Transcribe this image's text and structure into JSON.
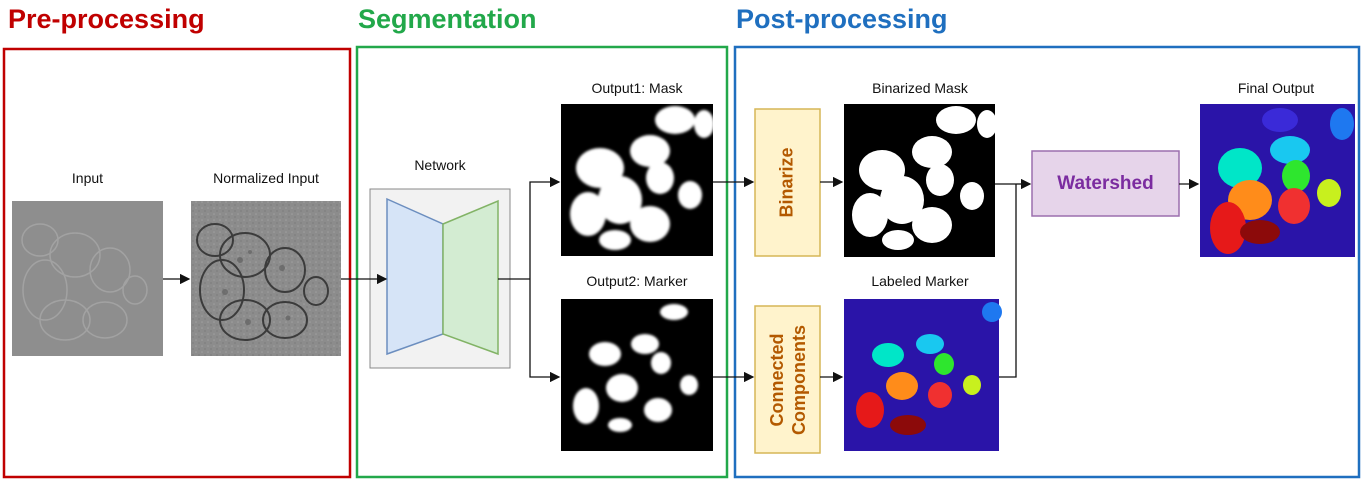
{
  "sections": {
    "preprocessing": {
      "title": "Pre-processing",
      "color": "#c00000"
    },
    "segmentation": {
      "title": "Segmentation",
      "color": "#22a84a"
    },
    "postprocessing": {
      "title": "Post-processing",
      "color": "#1f6fbf"
    }
  },
  "labels": {
    "input": "Input",
    "normalized_input": "Normalized Input",
    "network": "Network",
    "output1": "Output1: Mask",
    "output2": "Output2: Marker",
    "binarized_mask": "Binarized Mask",
    "labeled_marker": "Labeled Marker",
    "final_output": "Final Output"
  },
  "steps": {
    "binarize": "Binarize",
    "connected_line1": "Connected",
    "connected_line2": "Components",
    "watershed": "Watershed"
  },
  "colors": {
    "step_box_fill": "#fff3cc",
    "step_box_border": "#d6b656",
    "step_text": "#b35900",
    "watershed_fill": "#e6d4ea",
    "watershed_border": "#9c6fae",
    "watershed_text": "#7b2ca0",
    "encoder_fill": "#d6e4f7",
    "encoder_border": "#6c8ebf",
    "decoder_fill": "#d3ecd2",
    "decoder_border": "#82b366",
    "label_bg": "#2a14a8"
  }
}
